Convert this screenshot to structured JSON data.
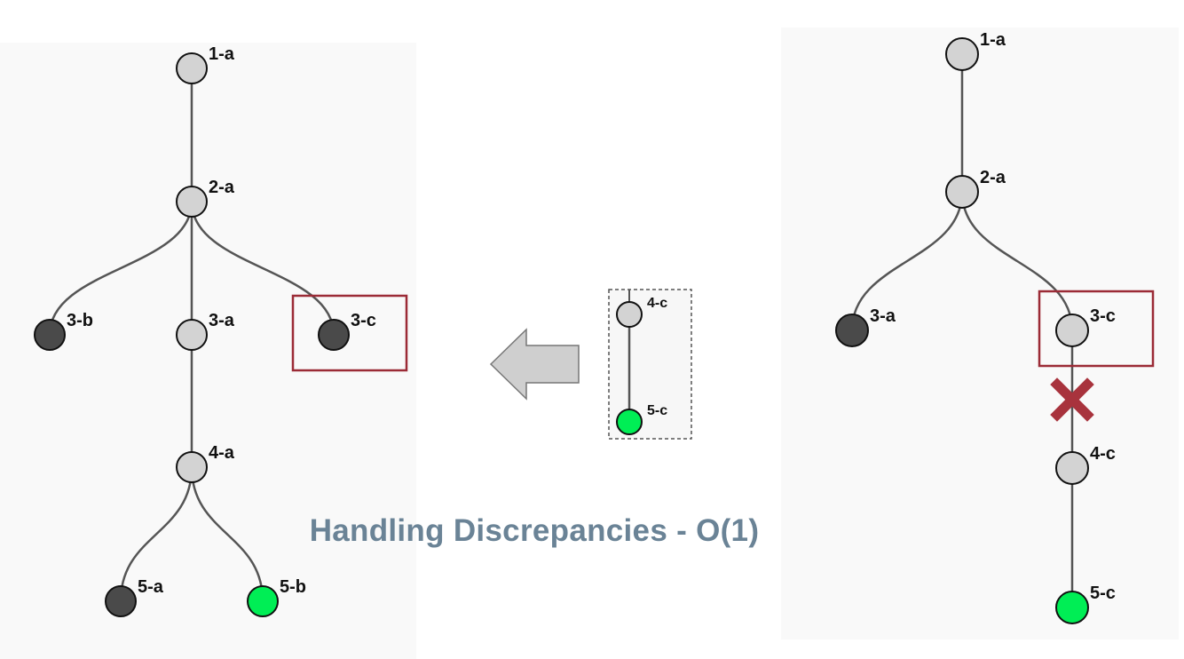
{
  "caption": "Handling Discrepancies - O(1)",
  "colors": {
    "node_default": "#d3d3d3",
    "node_dark": "#4a4a4a",
    "node_current": "#00ee55",
    "highlight_box": "#9b2b36",
    "cross_mark": "#a8333d",
    "arrow_fill": "#cfcfcf",
    "caption": "#6a8396"
  },
  "left_tree": {
    "nodes": [
      {
        "id": "1-a",
        "label": "1-a",
        "state": "default"
      },
      {
        "id": "2-a",
        "label": "2-a",
        "state": "default"
      },
      {
        "id": "3-b",
        "label": "3-b",
        "state": "dark"
      },
      {
        "id": "3-a",
        "label": "3-a",
        "state": "default"
      },
      {
        "id": "3-c",
        "label": "3-c",
        "state": "dark",
        "highlighted": true
      },
      {
        "id": "4-a",
        "label": "4-a",
        "state": "default"
      },
      {
        "id": "5-a",
        "label": "5-a",
        "state": "dark"
      },
      {
        "id": "5-b",
        "label": "5-b",
        "state": "current"
      }
    ],
    "edges": [
      [
        "1-a",
        "2-a"
      ],
      [
        "2-a",
        "3-b"
      ],
      [
        "2-a",
        "3-a"
      ],
      [
        "2-a",
        "3-c"
      ],
      [
        "3-a",
        "4-a"
      ],
      [
        "4-a",
        "5-a"
      ],
      [
        "4-a",
        "5-b"
      ]
    ]
  },
  "fragment": {
    "nodes": [
      {
        "id": "4-c",
        "label": "4-c",
        "state": "default"
      },
      {
        "id": "5-c",
        "label": "5-c",
        "state": "current"
      }
    ],
    "edges": [
      [
        "4-c",
        "5-c"
      ]
    ]
  },
  "right_tree": {
    "nodes": [
      {
        "id": "1-a",
        "label": "1-a",
        "state": "default"
      },
      {
        "id": "2-a",
        "label": "2-a",
        "state": "default"
      },
      {
        "id": "3-a",
        "label": "3-a",
        "state": "dark"
      },
      {
        "id": "3-c",
        "label": "3-c",
        "state": "default",
        "highlighted": true
      },
      {
        "id": "4-c",
        "label": "4-c",
        "state": "default"
      },
      {
        "id": "5-c",
        "label": "5-c",
        "state": "current"
      }
    ],
    "edges": [
      [
        "1-a",
        "2-a"
      ],
      [
        "2-a",
        "3-a"
      ],
      [
        "2-a",
        "3-c"
      ],
      [
        "3-c",
        "4-c"
      ],
      [
        "4-c",
        "5-c"
      ]
    ],
    "broken_edge": [
      "3-c",
      "4-c"
    ]
  }
}
